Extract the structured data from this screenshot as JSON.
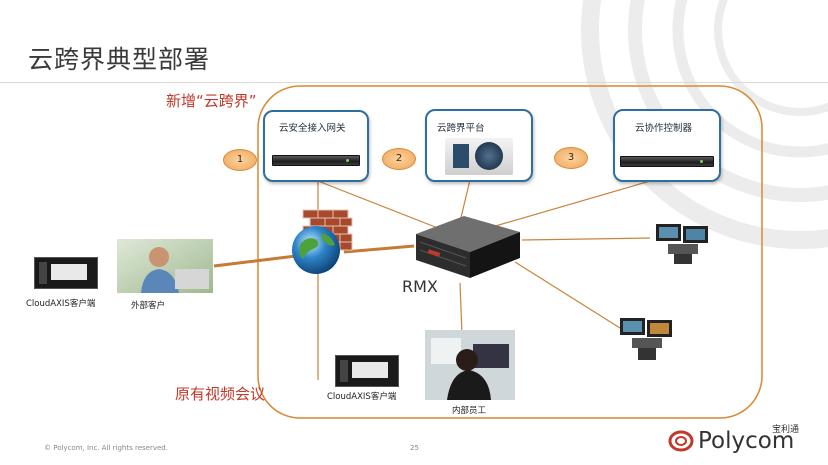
{
  "slide": {
    "title": "云跨界典型部署",
    "new_label": "新增“云跨界”",
    "existing_label": "原有视频会议",
    "footer": "© Polycom, Inc. All rights reserved.",
    "page_number": "25"
  },
  "nodes": {
    "gateway": "云安全接入网关",
    "platform": "云跨界平台",
    "controller": "云协作控制器",
    "rmx": "RMX",
    "cloudaxis_left": "CloudAXIS客户端",
    "external_client": "外部客户",
    "cloudaxis_bottom": "CloudAXIS客户端",
    "internal_staff": "内部员工"
  },
  "steps": [
    "1",
    "2",
    "3"
  ],
  "logo": {
    "sub": "宝利通",
    "name": "Polycom"
  },
  "colors": {
    "accent_red": "#c0392b",
    "box_border": "#2f6f9f",
    "region_border": "#d9892e",
    "link": "#c8843a"
  }
}
